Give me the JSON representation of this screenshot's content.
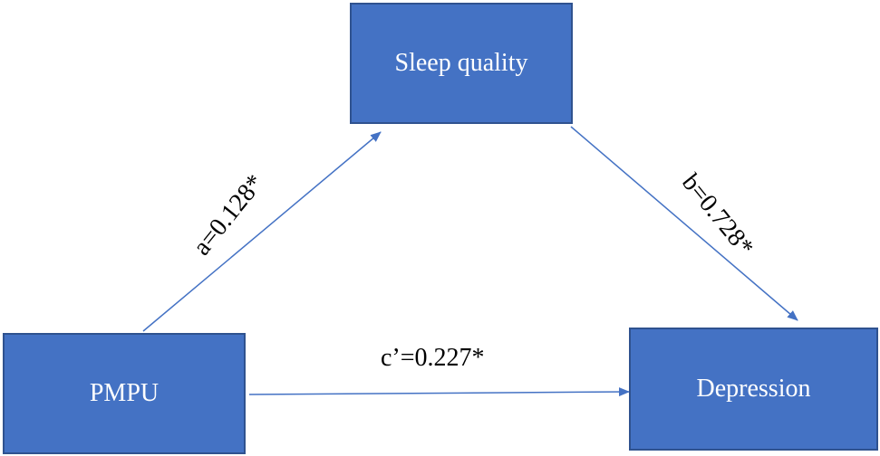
{
  "nodes": {
    "mediator": "Sleep quality",
    "predictor": "PMPU",
    "outcome": "Depression"
  },
  "paths": {
    "a": "a=0.128*",
    "b": "b=0.728*",
    "c_prime": "c’=0.227*"
  },
  "colors": {
    "box_fill": "#4472C4",
    "box_border": "#2F528F",
    "arrow": "#4472C4",
    "label_text": "#000000",
    "box_text": "#ffffff"
  }
}
